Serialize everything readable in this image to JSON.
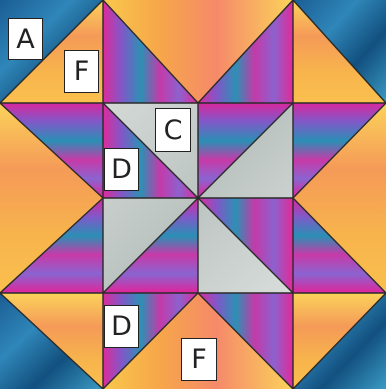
{
  "block": {
    "labels": {
      "a": "A",
      "f_top": "F",
      "c": "C",
      "d_upper": "D",
      "d_lower": "D",
      "f_bottom": "F"
    },
    "colors": {
      "blue": "#1f6fa3",
      "yellow_orange": "#f7b04a",
      "magenta": "#d92aa0",
      "purple": "#7a52c7",
      "grey": "#c9cfcd",
      "seam": "#2a2a2a"
    }
  }
}
